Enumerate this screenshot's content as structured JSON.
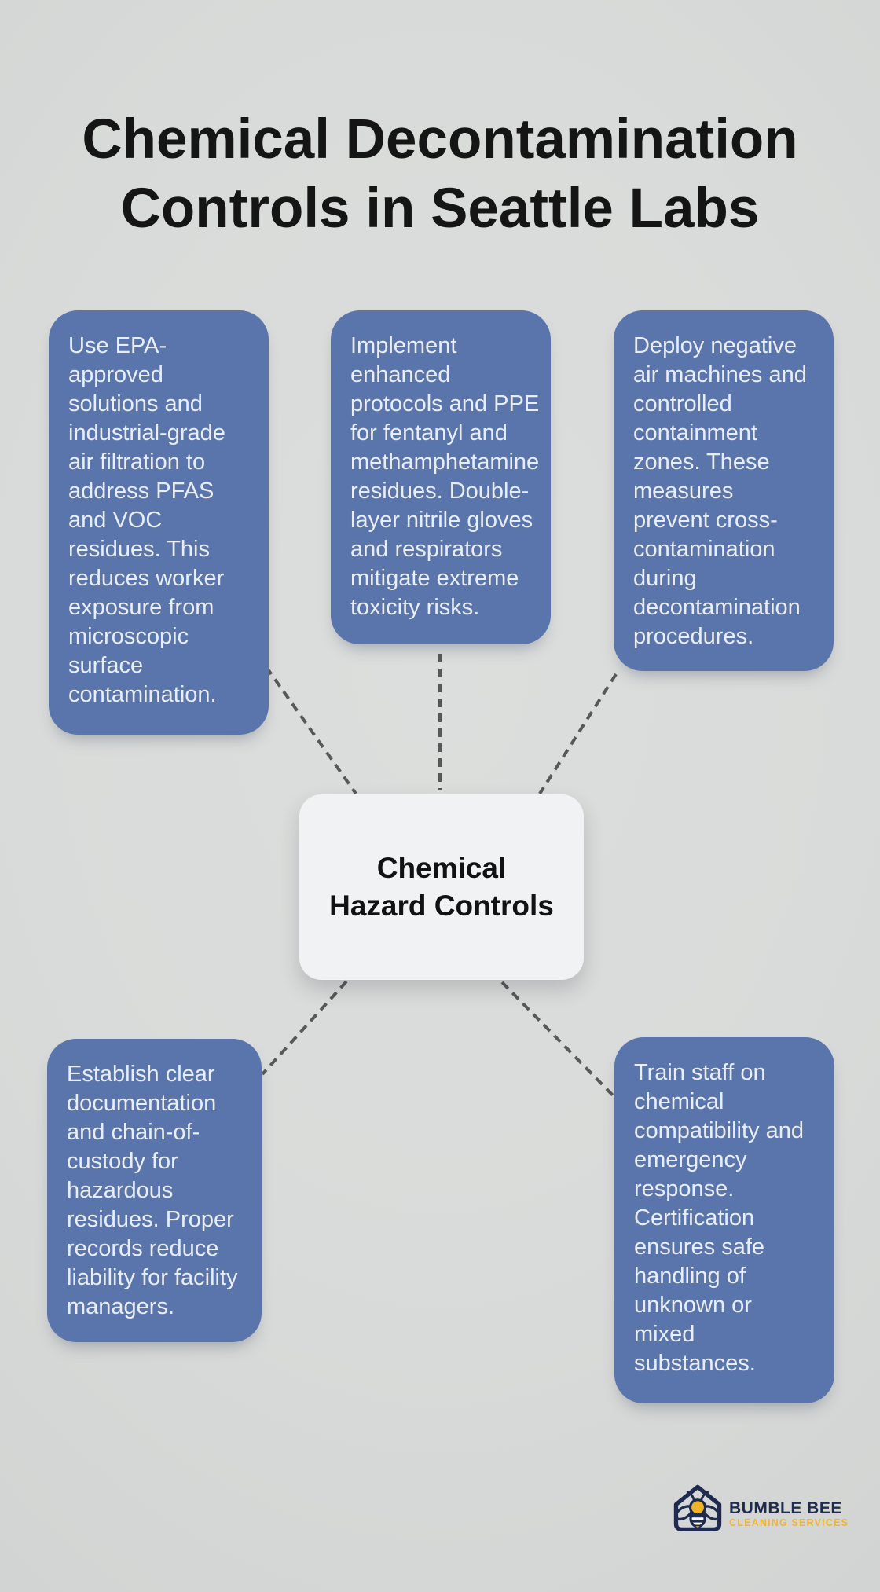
{
  "title": {
    "lines": [
      "Chemical Decontamination",
      "Controls in Seattle Labs"
    ]
  },
  "center": {
    "lines": [
      "Chemical",
      "Hazard Controls"
    ]
  },
  "boxes": [
    {
      "position": "top-left",
      "text": "Use EPA-approved solutions and industrial-grade air filtration to address PFAS and VOC residues. This reduces worker exposure from microscopic surface contamination."
    },
    {
      "position": "top-center",
      "text": "Implement enhanced protocols and PPE for fentanyl and methamphetamine residues. Double-layer nitrile gloves and respirators mitigate extreme toxicity risks."
    },
    {
      "position": "top-right",
      "text": "Deploy negative air machines and controlled containment zones. These measures prevent cross-contamination during decontamination procedures."
    },
    {
      "position": "bottom-left",
      "text": "Establish clear documentation and chain-of-custody for hazardous residues. Proper records reduce liability for facility managers."
    },
    {
      "position": "bottom-right",
      "text": "Train staff on chemical compatibility and emergency response. Certification ensures safe handling of unknown or mixed substances."
    }
  ],
  "logo": {
    "name": "BUMBLE BEE",
    "tagline": "CLEANING SERVICES",
    "icon": "bee-house-icon"
  },
  "colors": {
    "background": "#d9dbda",
    "node_fill": "#5a75ab",
    "node_text": "#e9eef6",
    "center_fill": "#f1f2f4",
    "center_text": "#121212",
    "title_text": "#151515",
    "connector": "#585858",
    "logo_navy": "#1f2b4e",
    "logo_yellow": "#f0b429"
  }
}
